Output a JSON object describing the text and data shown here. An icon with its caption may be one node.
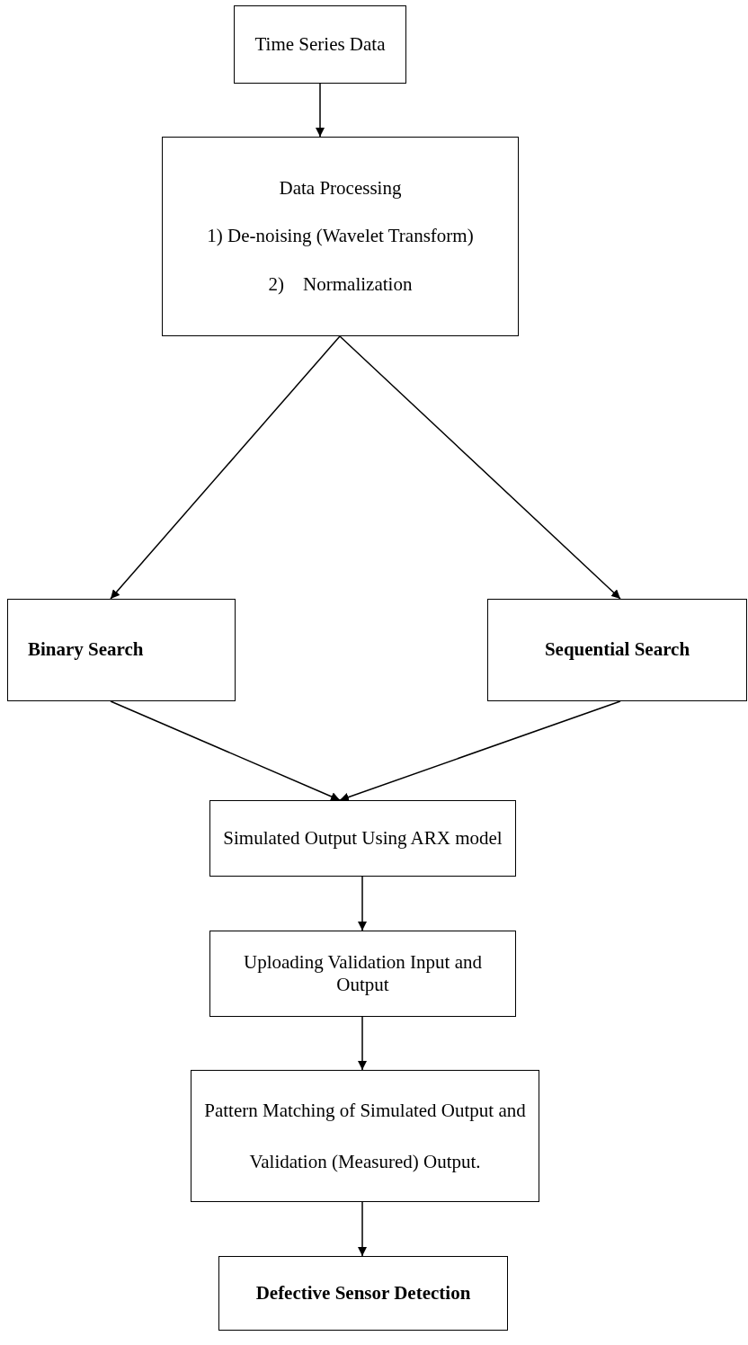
{
  "diagram": {
    "nodes": [
      {
        "text": [
          "Time Series Data"
        ]
      },
      {
        "text": [
          "Data Processing",
          "1) De-noising (Wavelet Transform)",
          "2)    Normalization"
        ]
      },
      {
        "text": [
          "Binary Search"
        ]
      },
      {
        "text": [
          "Sequential Search"
        ]
      },
      {
        "text": [
          "Simulated Output Using ARX model"
        ]
      },
      {
        "text": [
          "Uploading Validation Input and Output"
        ]
      },
      {
        "text": [
          "Pattern Matching of Simulated Output and Validation (Measured) Output."
        ]
      },
      {
        "text": [
          "Defective Sensor Detection"
        ]
      }
    ],
    "edges": [
      {
        "from": 0,
        "to": 1,
        "arrow": "to"
      },
      {
        "from": 1,
        "to": 2,
        "arrow": "to"
      },
      {
        "from": 1,
        "to": 3,
        "arrow": "to"
      },
      {
        "from": 2,
        "to": 4,
        "arrow": "to"
      },
      {
        "from": 3,
        "to": 4,
        "arrow": "to"
      },
      {
        "from": 4,
        "to": 5,
        "arrow": "to"
      },
      {
        "from": 5,
        "to": 6,
        "arrow": "to"
      },
      {
        "from": 6,
        "to": 7,
        "arrow": "to"
      }
    ]
  }
}
